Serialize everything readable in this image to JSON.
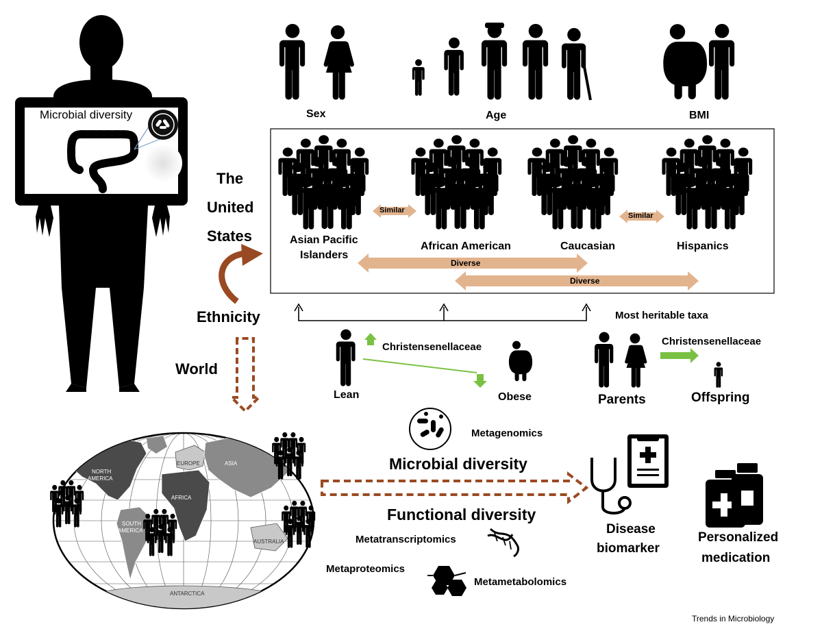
{
  "labels": {
    "microbial_diversity_box": "Microbial diversity",
    "sex": "Sex",
    "age": "Age",
    "bmi": "BMI",
    "the": "The",
    "united": "United",
    "states": "States",
    "ethnicity": "Ethnicity",
    "world": "World",
    "asian_pacific_1": "Asian Pacific",
    "asian_pacific_2": "Islanders",
    "african_american": "African American",
    "caucasian": "Caucasian",
    "hispanics": "Hispanics",
    "similar_1": "Similar",
    "similar_2": "Similar",
    "diverse_1": "Diverse",
    "diverse_2": "Diverse",
    "most_heritable": "Most heritable taxa",
    "christensenellaceae_1": "Christensenellaceae",
    "christensenellaceae_2": "Christensenellaceae",
    "lean": "Lean",
    "obese": "Obese",
    "parents": "Parents",
    "offspring": "Offspring",
    "metagenomics": "Metagenomics",
    "microbial_diversity": "Microbial diversity",
    "functional_diversity": "Functional diversity",
    "metatranscriptomics": "Metatranscriptomics",
    "metaproteomics": "Metaproteomics",
    "metametabolomics": "Metametabolomics",
    "disease_1": "Disease",
    "disease_2": "biomarker",
    "personalized_1": "Personalized",
    "personalized_2": "medication",
    "trends": "Trends in Microbiology"
  },
  "map_labels": {
    "north_america_1": "NORTH",
    "north_america_2": "AMERICA",
    "europe": "EUROPE",
    "asia": "ASIA",
    "africa": "AFRICA",
    "south_america_1": "SOUTH",
    "south_america_2": "AMERICA",
    "australia": "AUSTRALIA",
    "antarctica": "ANTARCTICA"
  },
  "colors": {
    "brown_arrow": "#9a4a22",
    "tan_arrow": "#e2b48e",
    "green_arrow": "#7ac143",
    "map_ocean": "#ffffff",
    "map_land_dark": "#4a4a4a",
    "map_land_mid": "#8a8a8a",
    "map_land_light": "#c8c8c8"
  }
}
